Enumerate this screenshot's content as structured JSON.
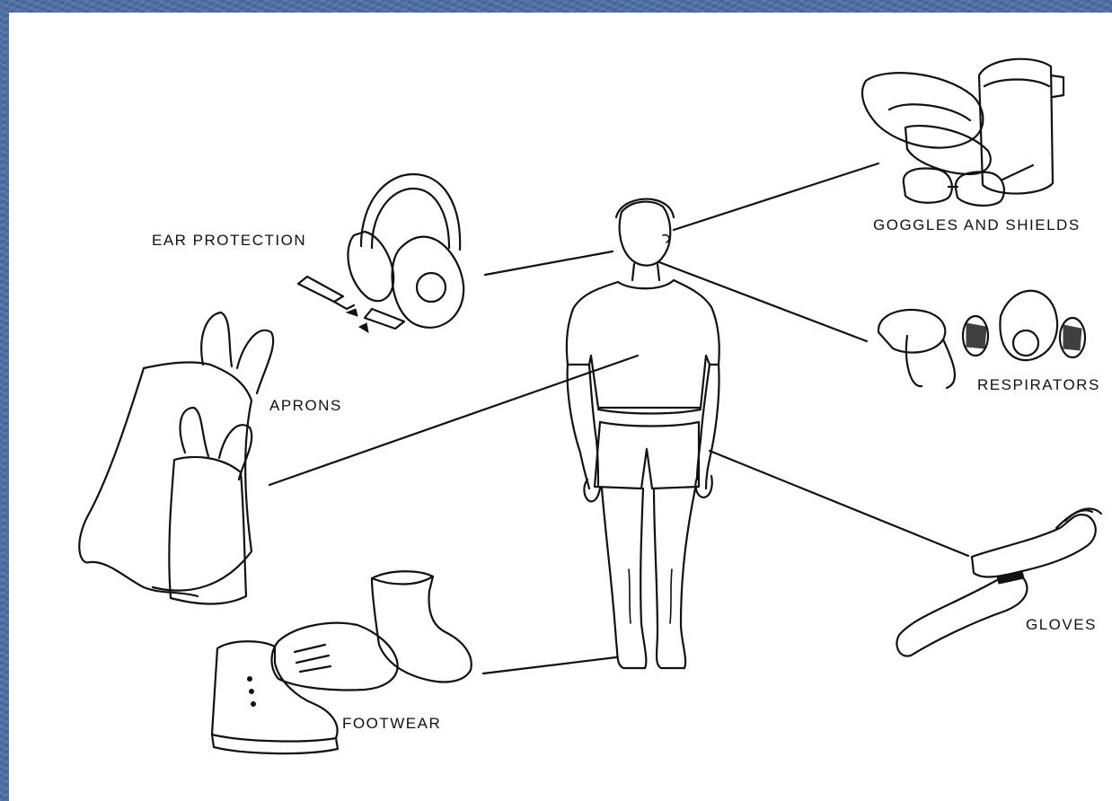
{
  "diagram": {
    "labels": {
      "ear_protection": "EAR PROTECTION",
      "goggles_and_shields": "GOGGLES AND SHIELDS",
      "aprons": "APRONS",
      "respirators": "RESPIRATORS",
      "gloves": "GLOVES",
      "footwear": "FOOTWEAR"
    },
    "colors": {
      "slide_background": "#4a6fa5",
      "canvas": "#ffffff",
      "ink": "#111111"
    }
  }
}
